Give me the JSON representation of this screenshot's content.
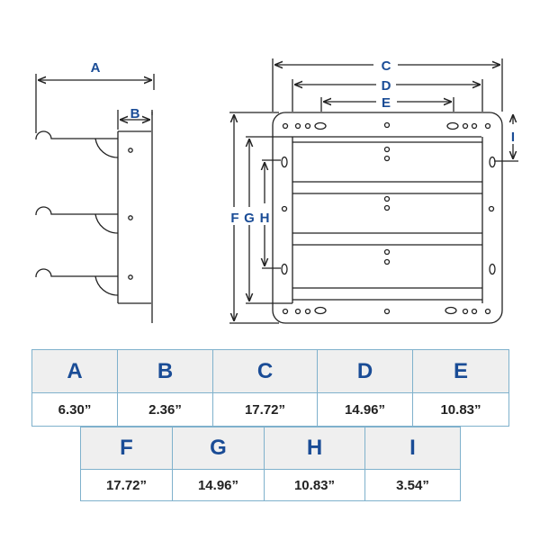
{
  "diagram": {
    "side_view": {
      "labels": {
        "A": "A",
        "B": "B"
      }
    },
    "front_view": {
      "labels": {
        "C": "C",
        "D": "D",
        "E": "E",
        "F": "F",
        "G": "G",
        "H": "H",
        "I": "I"
      }
    },
    "colors": {
      "label": "#1a4c96",
      "line": "#222222",
      "table_border": "#7fb1cc",
      "header_bg": "#efefef"
    }
  },
  "table_top": {
    "columns": [
      {
        "letter": "A",
        "value": "6.30”"
      },
      {
        "letter": "B",
        "value": "2.36”"
      },
      {
        "letter": "C",
        "value": "17.72”"
      },
      {
        "letter": "D",
        "value": "14.96”"
      },
      {
        "letter": "E",
        "value": "10.83”"
      }
    ]
  },
  "table_bottom": {
    "columns": [
      {
        "letter": "F",
        "value": "17.72”"
      },
      {
        "letter": "G",
        "value": "14.96”"
      },
      {
        "letter": "H",
        "value": "10.83”"
      },
      {
        "letter": "I",
        "value": "3.54”"
      }
    ]
  }
}
